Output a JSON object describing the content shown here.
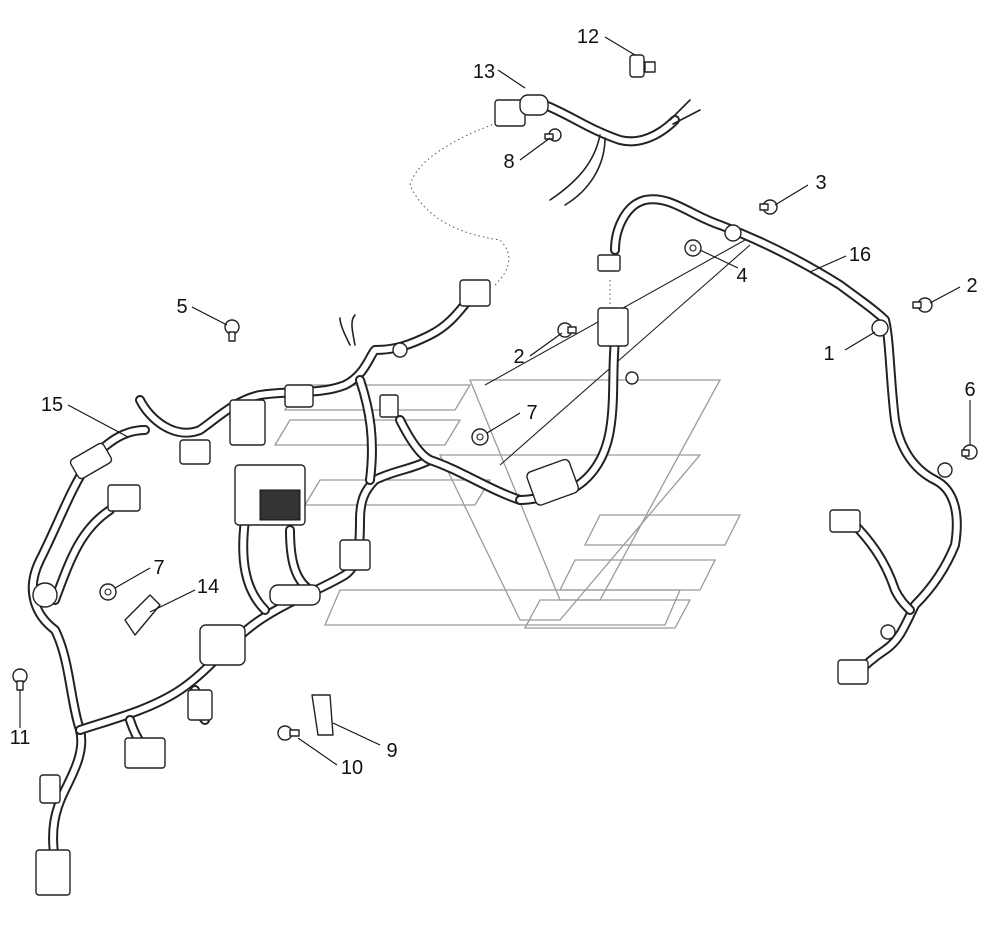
{
  "callouts": [
    {
      "id": "c1",
      "label": "1"
    },
    {
      "id": "c2a",
      "label": "2"
    },
    {
      "id": "c2b",
      "label": "2"
    },
    {
      "id": "c3",
      "label": "3"
    },
    {
      "id": "c4",
      "label": "4"
    },
    {
      "id": "c5",
      "label": "5"
    },
    {
      "id": "c6",
      "label": "6"
    },
    {
      "id": "c7a",
      "label": "7"
    },
    {
      "id": "c7b",
      "label": "7"
    },
    {
      "id": "c8",
      "label": "8"
    },
    {
      "id": "c9",
      "label": "9"
    },
    {
      "id": "c10",
      "label": "10"
    },
    {
      "id": "c11",
      "label": "11"
    },
    {
      "id": "c12",
      "label": "12"
    },
    {
      "id": "c13",
      "label": "13"
    },
    {
      "id": "c14",
      "label": "14"
    },
    {
      "id": "c15",
      "label": "15"
    },
    {
      "id": "c16",
      "label": "16"
    }
  ]
}
